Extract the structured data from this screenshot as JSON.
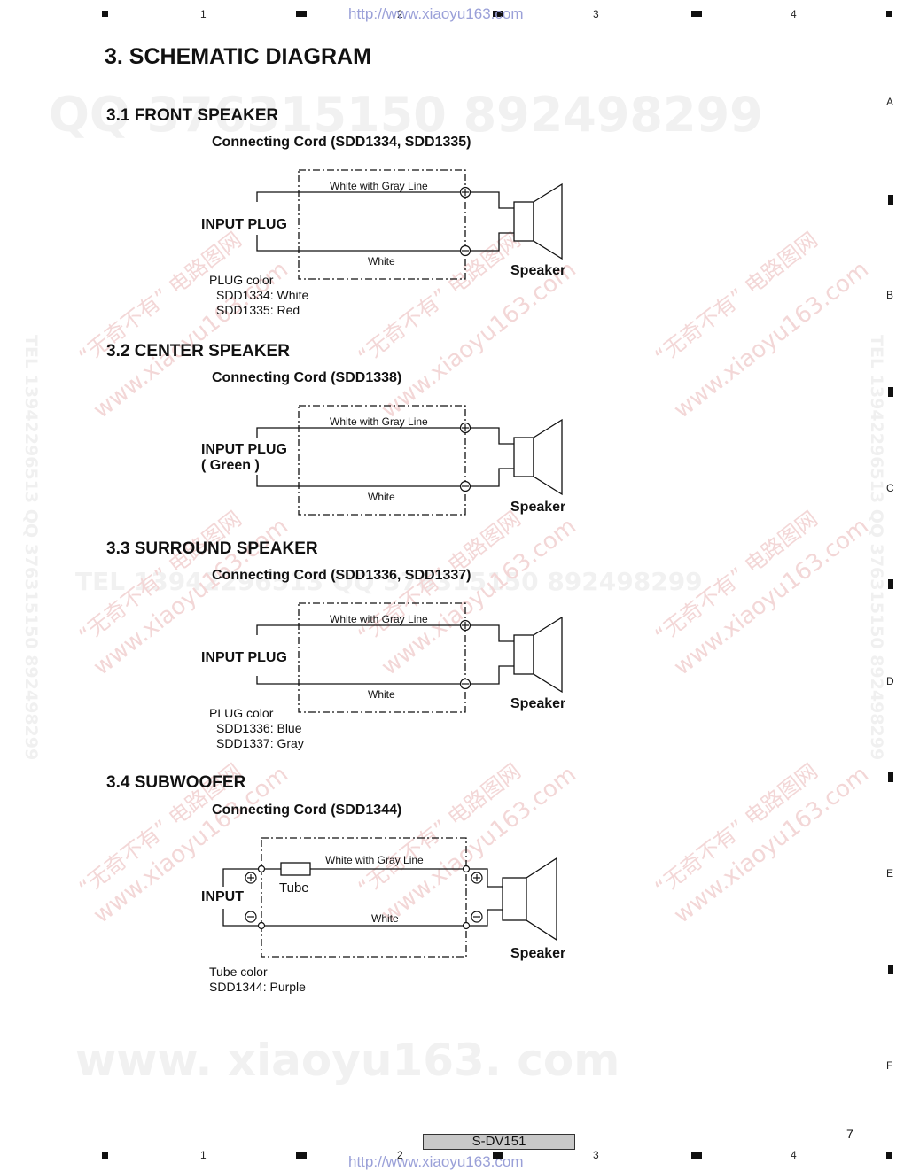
{
  "header": {
    "url": "http://www.xiaoyu163.com",
    "grid_numbers": [
      "1",
      "2",
      "3",
      "4"
    ]
  },
  "side": {
    "letters": [
      "A",
      "B",
      "C",
      "D",
      "E",
      "F"
    ]
  },
  "watermarks": {
    "qq_line": "QQ 376315150   892498299",
    "tel_line": "TEL 13942296513   QQ 376315150   892498299",
    "vertical": "TEL 13942296513   QQ 376315150   892498299",
    "diag_cn": "“无奇不有” 电路图网",
    "diag_url": "www.xiaoyu163.com",
    "bottom": "www. xiaoyu163. com"
  },
  "page": {
    "title": "3. SCHEMATIC DIAGRAM"
  },
  "sections": [
    {
      "title": "3.1 FRONT SPEAKER",
      "cord": "Connecting Cord (SDD1334, SDD1335)",
      "input_label": "INPUT PLUG",
      "input_sub": "",
      "top_wire": "White with Gray Line",
      "bottom_wire": "White",
      "speaker": "Speaker",
      "notes": [
        "PLUG color",
        "SDD1334: White",
        "SDD1335: Red"
      ]
    },
    {
      "title": "3.2 CENTER SPEAKER",
      "cord": "Connecting Cord (SDD1338)",
      "input_label": "INPUT PLUG",
      "input_sub": "( Green )",
      "top_wire": "White with Gray Line",
      "bottom_wire": "White",
      "speaker": "Speaker",
      "notes": []
    },
    {
      "title": "3.3 SURROUND SPEAKER",
      "cord": "Connecting Cord (SDD1336, SDD1337)",
      "input_label": "INPUT PLUG",
      "input_sub": "",
      "top_wire": "White with Gray Line",
      "bottom_wire": "White",
      "speaker": "Speaker",
      "notes": [
        "PLUG color",
        "SDD1336: Blue",
        "SDD1337: Gray"
      ]
    },
    {
      "title": "3.4 SUBWOOFER",
      "cord": "Connecting Cord (SDD1344)",
      "input_label": "INPUT",
      "tube_label": "Tube",
      "top_wire": "White with Gray Line",
      "bottom_wire": "White",
      "speaker": "Speaker",
      "notes": [
        "Tube color",
        "SDD1344: Purple"
      ]
    }
  ],
  "footer": {
    "model": "S-DV151",
    "page_number": "7"
  }
}
